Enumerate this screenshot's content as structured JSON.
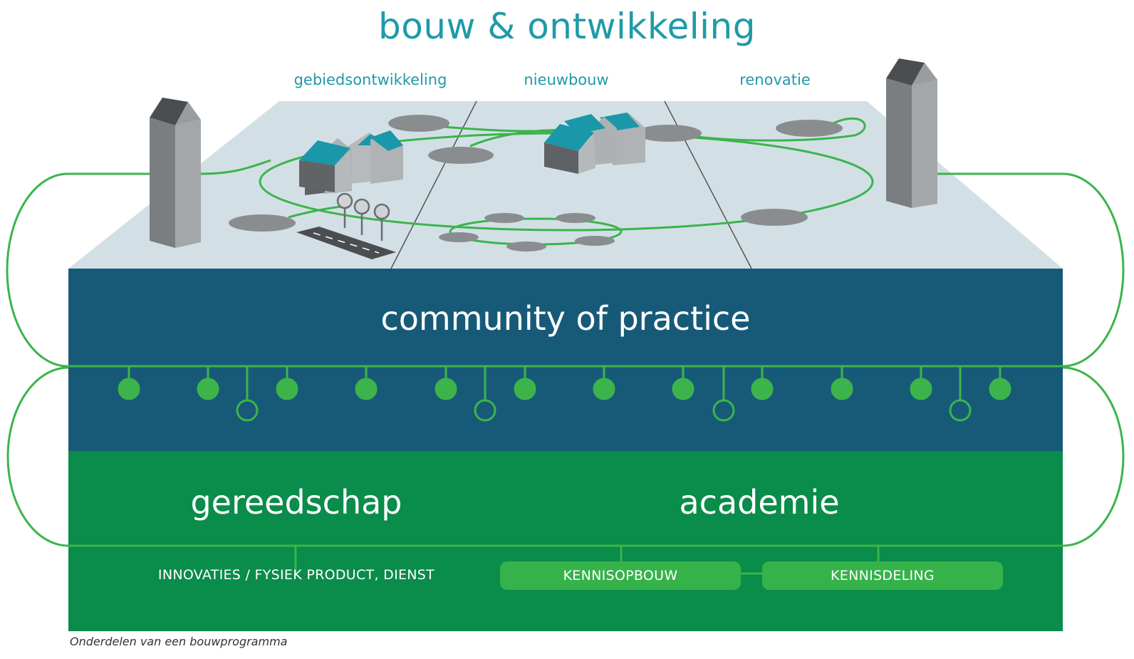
{
  "title": "bouw & ontwikkeling",
  "sections": [
    "gebiedsontwikkeling",
    "nieuwbouw",
    "renovatie"
  ],
  "layers": {
    "community": "community of practice",
    "tools": "gereedschap",
    "academy": "academie"
  },
  "bottom": {
    "innovations": "INNOVATIES / FYSIEK PRODUCT, DIENST",
    "knowledge_build": "KENNISOPBOUW",
    "knowledge_share": "KENNISDELING"
  },
  "caption": "Onderdelen van een bouwprogramma",
  "colors": {
    "title": "#1f9aa8",
    "plane": "#d2e0e6",
    "community_band": "#175a78",
    "academy_band": "#0a8c4a",
    "loop_green": "#3cb44b",
    "roof_teal": "#1a97a8"
  }
}
